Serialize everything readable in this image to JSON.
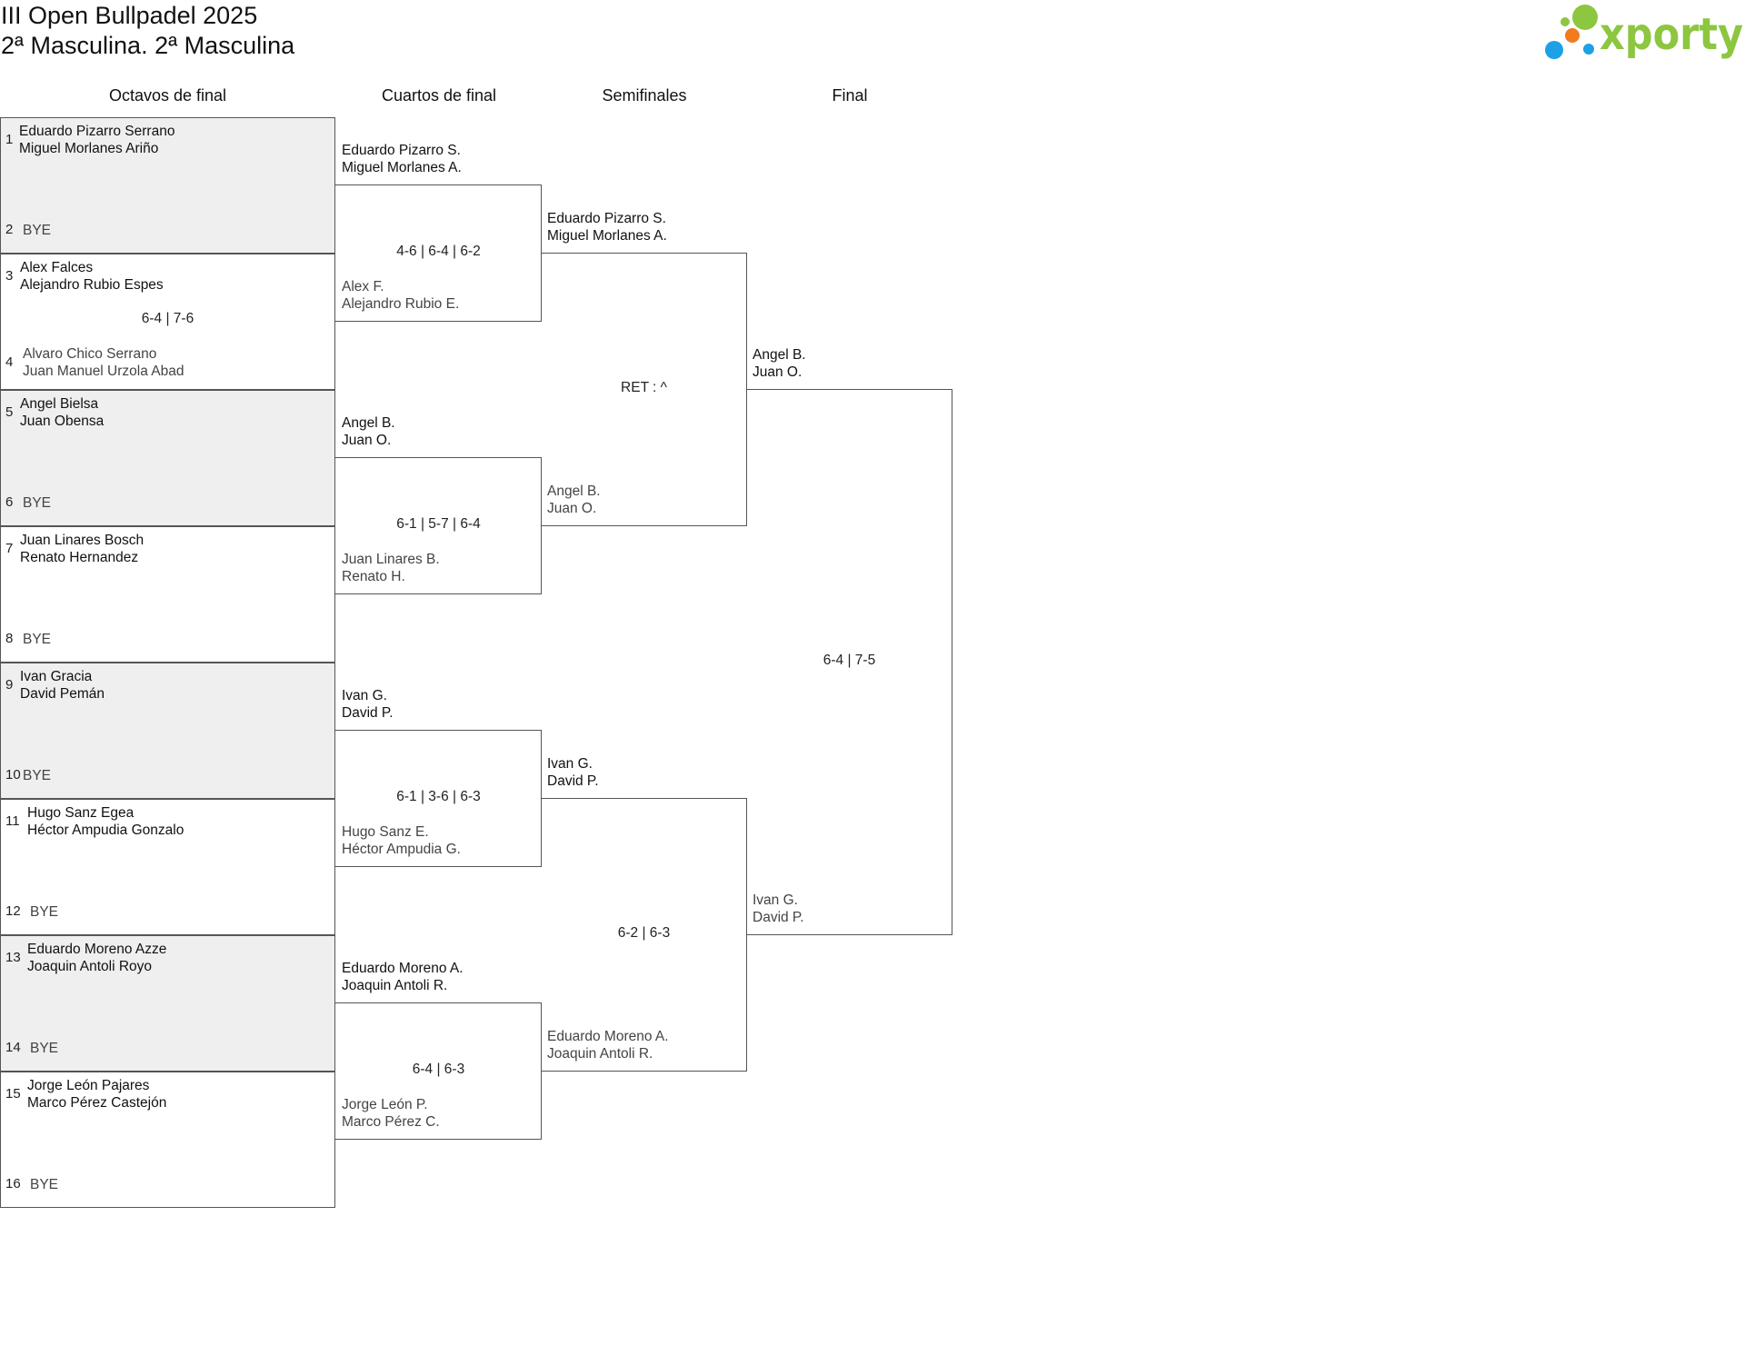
{
  "header": {
    "title": "III Open Bullpadel 2025",
    "subtitle": "2ª Masculina. 2ª Masculina"
  },
  "logo": {
    "text": "xporty",
    "colors": {
      "green": "#8dc63f",
      "blue": "#1ea0e6",
      "orange": "#f07c1e"
    }
  },
  "rounds": [
    "Octavos de final",
    "Cuartos de final",
    "Semifinales",
    "Final"
  ],
  "octavos": [
    {
      "seed_top": "1",
      "top": [
        "Eduardo Pizarro Serrano",
        "Miguel Morlanes Ariño"
      ],
      "seed_bottom": "2",
      "bottom": [
        "BYE"
      ],
      "score": ""
    },
    {
      "seed_top": "3",
      "top": [
        "Alex Falces",
        "Alejandro Rubio Espes"
      ],
      "seed_bottom": "4",
      "bottom": [
        "Alvaro Chico Serrano",
        "Juan Manuel Urzola Abad"
      ],
      "score": "6-4 | 7-6"
    },
    {
      "seed_top": "5",
      "top": [
        "Angel Bielsa",
        "Juan Obensa"
      ],
      "seed_bottom": "6",
      "bottom": [
        "BYE"
      ],
      "score": ""
    },
    {
      "seed_top": "7",
      "top": [
        "Juan Linares Bosch",
        "Renato Hernandez"
      ],
      "seed_bottom": "8",
      "bottom": [
        "BYE"
      ],
      "score": ""
    },
    {
      "seed_top": "9",
      "top": [
        "Ivan Gracia",
        "David Pemán"
      ],
      "seed_bottom": "10",
      "bottom": [
        "BYE"
      ],
      "score": ""
    },
    {
      "seed_top": "11",
      "top": [
        "Hugo Sanz Egea",
        "Héctor Ampudia Gonzalo"
      ],
      "seed_bottom": "12",
      "bottom": [
        "BYE"
      ],
      "score": ""
    },
    {
      "seed_top": "13",
      "top": [
        "Eduardo Moreno Azze",
        "Joaquin Antoli Royo"
      ],
      "seed_bottom": "14",
      "bottom": [
        "BYE"
      ],
      "score": ""
    },
    {
      "seed_top": "15",
      "top": [
        "Jorge León Pajares",
        "Marco Pérez Castejón"
      ],
      "seed_bottom": "16",
      "bottom": [
        "BYE"
      ],
      "score": ""
    }
  ],
  "cuartos": [
    {
      "top": [
        "Eduardo Pizarro S.",
        "Miguel Morlanes A."
      ],
      "bottom": [
        "Alex F.",
        "Alejandro Rubio E."
      ],
      "score": "4-6 | 6-4 | 6-2"
    },
    {
      "top": [
        "Angel B.",
        "Juan O."
      ],
      "bottom": [
        "Juan Linares B.",
        "Renato H."
      ],
      "score": "6-1 | 5-7 | 6-4"
    },
    {
      "top": [
        "Ivan G.",
        "David P."
      ],
      "bottom": [
        "Hugo Sanz E.",
        "Héctor Ampudia G."
      ],
      "score": "6-1 | 3-6 | 6-3"
    },
    {
      "top": [
        "Eduardo Moreno A.",
        "Joaquin Antoli R."
      ],
      "bottom": [
        "Jorge León P.",
        "Marco Pérez C."
      ],
      "score": "6-4 | 6-3"
    }
  ],
  "semis": [
    {
      "top": [
        "Eduardo Pizarro S.",
        "Miguel Morlanes A."
      ],
      "bottom": [
        "Angel B.",
        "Juan O."
      ],
      "score": "RET : ^"
    },
    {
      "top": [
        "Ivan G.",
        "David P."
      ],
      "bottom": [
        "Eduardo Moreno A.",
        "Joaquin Antoli R."
      ],
      "score": "6-2 | 6-3"
    }
  ],
  "final": {
    "top": [
      "Angel B.",
      "Juan O."
    ],
    "bottom": [
      "Ivan G.",
      "David P."
    ],
    "score": "6-4 | 7-5"
  }
}
